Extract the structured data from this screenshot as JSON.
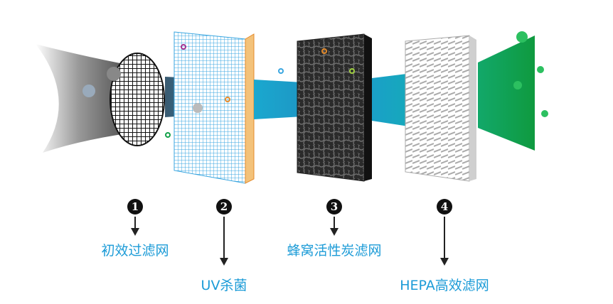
{
  "colors": {
    "label": "#1b9bd7",
    "uv_grid": "#3aa6e0",
    "carbon": "#2b2b2b",
    "hepa": "#e6e6e6",
    "flow_start": "#9a9a9a",
    "flow_mid": "#1aa8cf",
    "flow_end": "#12a049"
  },
  "stages": [
    {
      "number": "1",
      "label": "初效过滤网"
    },
    {
      "number": "2",
      "label": "UV杀菌"
    },
    {
      "number": "3",
      "label": "蜂窝活性炭滤网"
    },
    {
      "number": "4",
      "label": "HEPA高效滤网"
    }
  ]
}
